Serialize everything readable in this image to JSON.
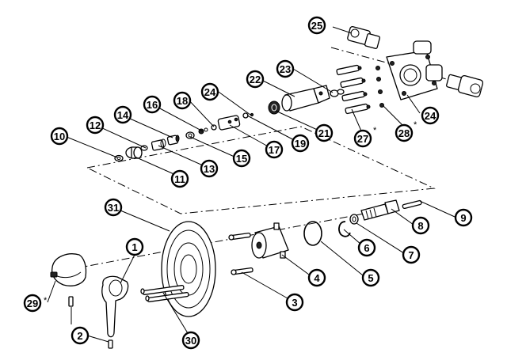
{
  "diagram": {
    "labels": {
      "p1": "1",
      "p2": "2",
      "p3": "3",
      "p4": "4",
      "p5": "5",
      "p6": "6",
      "p7": "7",
      "p8": "8",
      "p9": "9",
      "p10": "10",
      "p11": "11",
      "p12": "12",
      "p13": "13",
      "p14": "14",
      "p15": "15",
      "p16": "16",
      "p17": "17",
      "p18": "18",
      "p19": "19",
      "p21": "21",
      "p22": "22",
      "p23": "23",
      "p24a": "24",
      "p24b": "24",
      "p25": "25",
      "p27": "27",
      "p28": "28",
      "p29": "29",
      "p30": "30",
      "p31": "31"
    },
    "asterisk": "*"
  }
}
